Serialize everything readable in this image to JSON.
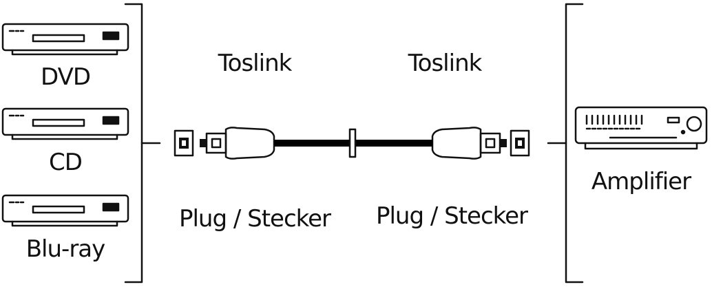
{
  "sources": [
    {
      "label": "DVD",
      "icon": "dvd-player-icon"
    },
    {
      "label": "CD",
      "icon": "cd-player-icon"
    },
    {
      "label": "Blu-ray",
      "icon": "bluray-player-icon"
    }
  ],
  "cable": {
    "left_connector_label": "Toslink",
    "right_connector_label": "Toslink",
    "left_plug_label": "Plug / Stecker",
    "right_plug_label": "Plug / Stecker"
  },
  "destination": {
    "label": "Amplifier",
    "icon": "amplifier-icon"
  },
  "colors": {
    "line": "#111111",
    "fill": "#ffffff",
    "cable": "#000000"
  }
}
